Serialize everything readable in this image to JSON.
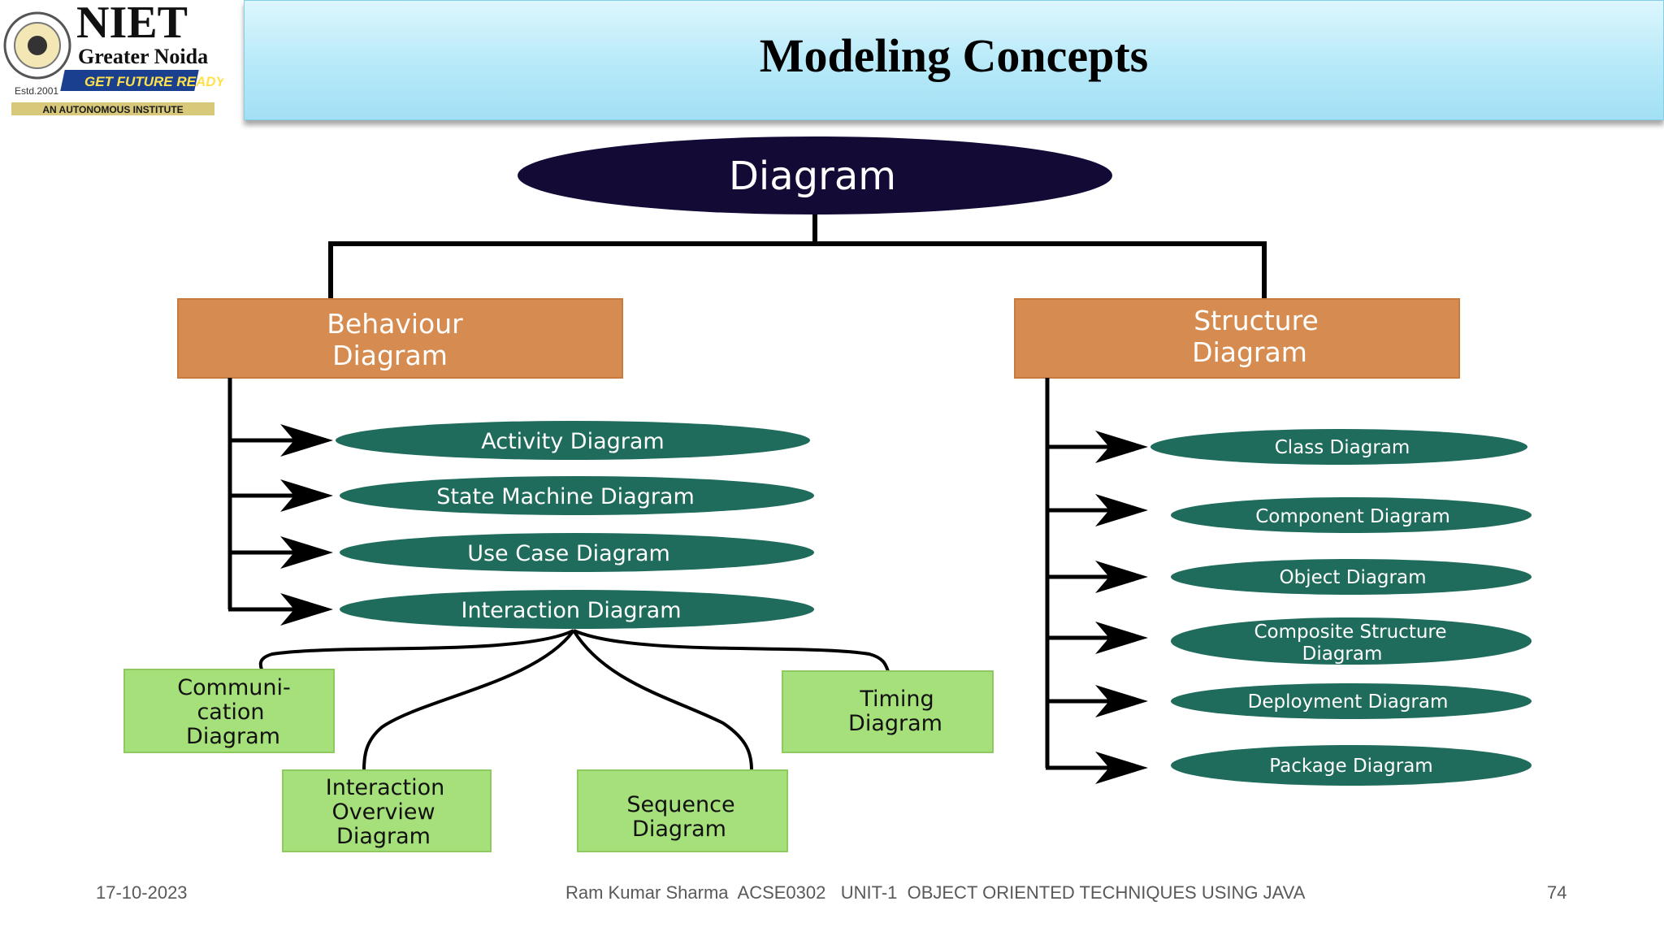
{
  "header": {
    "title": "Modeling Concepts",
    "logo": {
      "name": "NIET",
      "city": "Greater Noida",
      "tagline": "GET FUTURE READY",
      "estd": "Estd.2001",
      "subtitle": "AN AUTONOMOUS INSTITUTE"
    }
  },
  "diagram": {
    "root": "Diagram",
    "behaviour": {
      "title_lines": [
        "Behaviour",
        "Diagram"
      ],
      "children": [
        "Activity Diagram",
        "State Machine Diagram",
        "Use Case Diagram",
        "Interaction Diagram"
      ],
      "interaction_children": {
        "communication": [
          "Communi-",
          "cation",
          "Diagram"
        ],
        "interaction_overview": [
          "Interaction",
          "Overview",
          "Diagram"
        ],
        "sequence": [
          "Sequence",
          "Diagram"
        ],
        "timing": [
          "Timing",
          "Diagram"
        ]
      }
    },
    "structure": {
      "title_lines": [
        "Structure",
        "Diagram"
      ],
      "children": [
        [
          "Class Diagram"
        ],
        [
          "Component Diagram"
        ],
        [
          "Object Diagram"
        ],
        [
          "Composite Structure",
          "Diagram"
        ],
        [
          "Deployment Diagram"
        ],
        [
          "Package Diagram"
        ]
      ]
    },
    "colors": {
      "root_fill": "#140a36",
      "category_fill": "#d68c50",
      "ellipse_fill": "#1f6b5c",
      "leaf_fill": "#a6e07a",
      "line": "#000000"
    }
  },
  "footer": {
    "date": "17-10-2023",
    "course": "Ram Kumar Sharma  ACSE0302   UNIT-1  OBJECT ORIENTED TECHNIQUES USING JAVA",
    "page": "74"
  }
}
